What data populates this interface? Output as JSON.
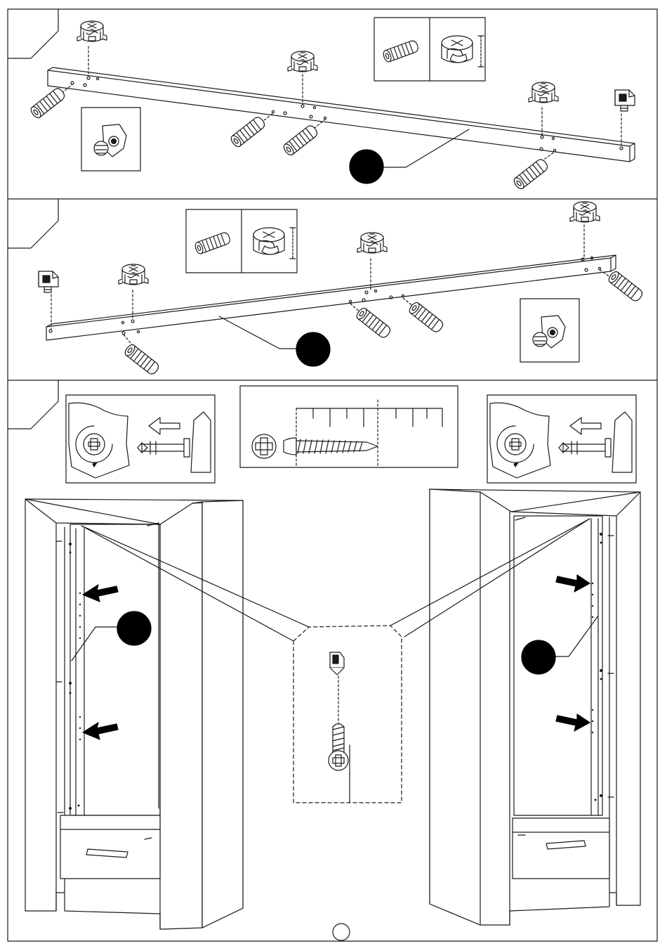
{
  "document": {
    "type": "assembly-instructions-page",
    "steps": [
      {
        "name": "step-rail-top",
        "callout_filled": true,
        "step_number_visible": false
      },
      {
        "name": "step-rail-bottom",
        "callout_filled": true,
        "step_number_visible": false
      },
      {
        "name": "step-mount-rails-to-sides",
        "callout_filled": true,
        "step_number_visible": false
      }
    ],
    "page_number": "",
    "colors": {
      "line": "#1a1a1a",
      "fill": "#000000",
      "paper": "#ffffff"
    },
    "icons": [
      "cam-lock-icon",
      "wooden-dowel-icon",
      "plastic-connector-icon",
      "screw-icon",
      "phillips-head-icon",
      "ruler-icon",
      "arrow-left-icon",
      "arrow-pointer-icon"
    ]
  }
}
